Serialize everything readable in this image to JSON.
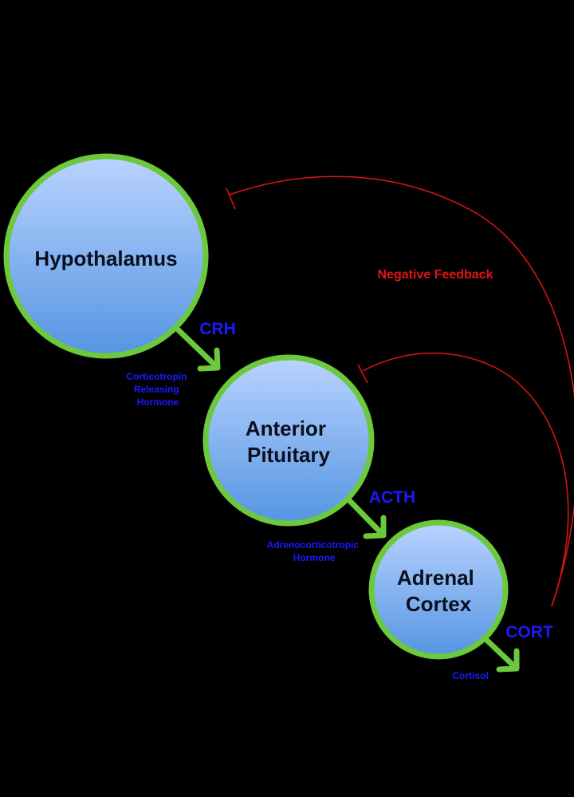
{
  "colors": {
    "background": "#000000",
    "node_fill_top": "#b9d3ff",
    "node_fill_bottom": "#5595e2",
    "node_border": "#6cc83c",
    "arrow": "#6cc83c",
    "hormone_text": "#1a1aff",
    "feedback": "#e01414"
  },
  "nodes": {
    "hypothalamus": {
      "label": "Hypothalamus"
    },
    "anterior_pituitary": {
      "line1": "Anterior",
      "line2": "Pituitary"
    },
    "adrenal_cortex": {
      "line1": "Adrenal",
      "line2": "Cortex"
    }
  },
  "hormones": {
    "crh": {
      "abbr": "CRH",
      "full": [
        "Corticotropin",
        "Releasing",
        "Hormone"
      ]
    },
    "acth": {
      "abbr": "ACTH",
      "full": [
        "Adrenocorticotropic",
        "Hormone"
      ]
    },
    "cort": {
      "abbr": "CORT",
      "full": [
        "Cortisol"
      ]
    }
  },
  "feedback": {
    "label": "Negative Feedback"
  }
}
